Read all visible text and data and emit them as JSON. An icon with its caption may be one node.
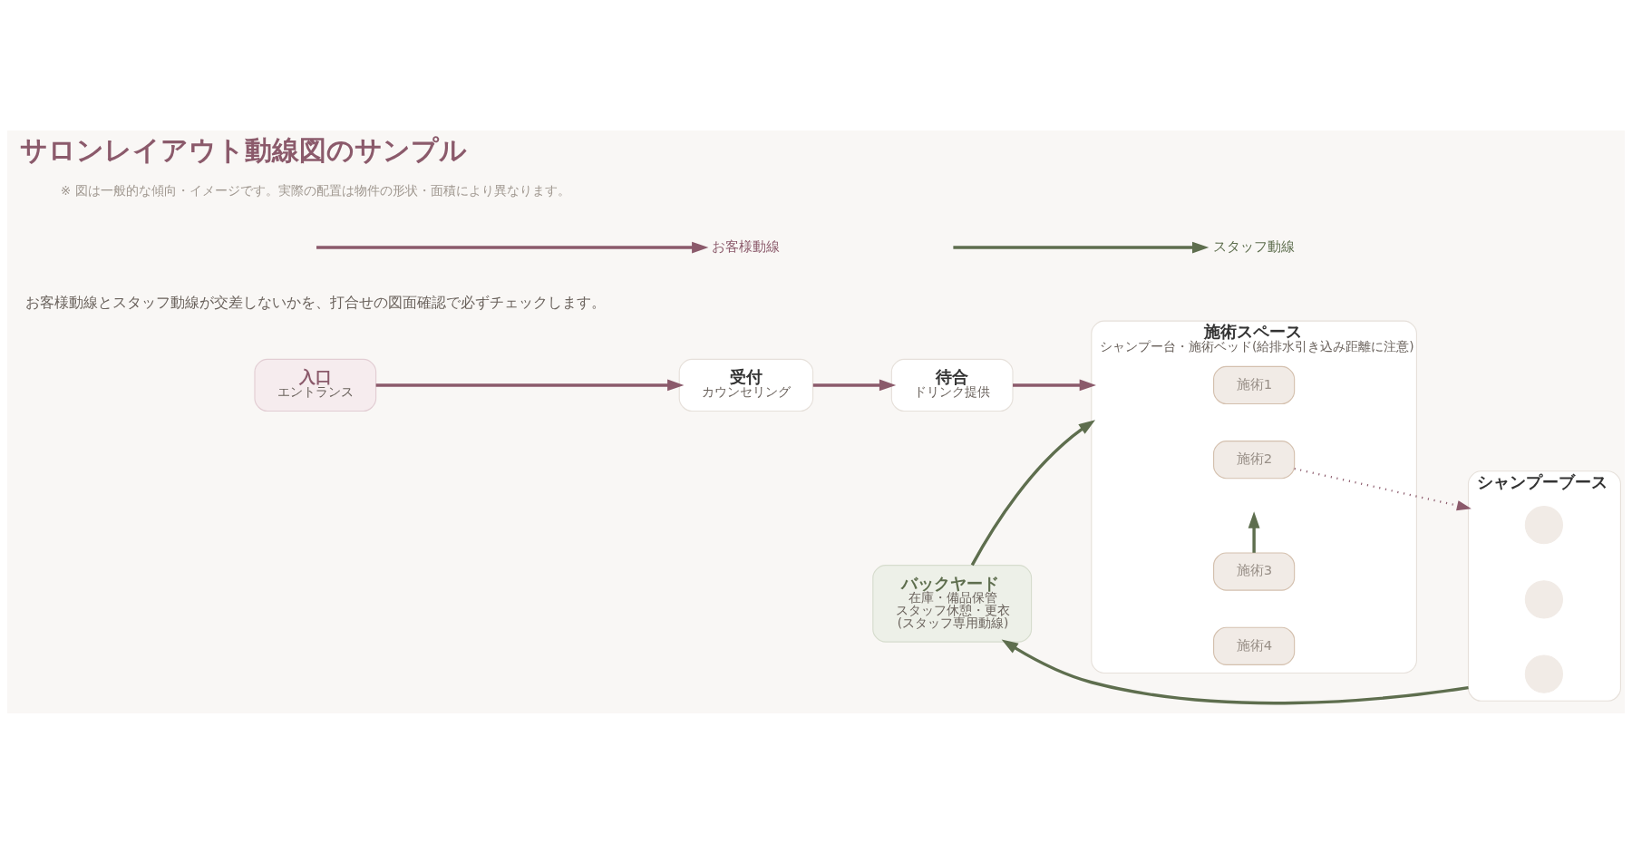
{
  "diagram": {
    "title": "サロンレイアウト動線図のサンプル",
    "caption": "※ 図は一般的な傾向・イメージです。実際の配置は物件の形状・面積により異なります。",
    "nodes": [
      {
        "text": [
          "入口",
          "エントランス"
        ]
      },
      {
        "text": [
          "受付",
          "カウンセリング"
        ]
      },
      {
        "text": [
          "待合",
          "ドリンク提供"
        ]
      },
      {
        "text": [
          "施術スペース",
          "シャンプー台・施術ベッド(給排水引き込み距離に注意)"
        ]
      },
      {
        "text": [
          "施術1"
        ],
        "in": 3
      },
      {
        "text": [
          "施術2"
        ],
        "in": 3
      },
      {
        "text": [
          "施術3"
        ],
        "in": 3
      },
      {
        "text": [
          "施術4"
        ],
        "in": 3
      },
      {
        "text": [
          "シャンプーブース"
        ]
      },
      {
        "text": [],
        "shape": "circle",
        "in": 8
      },
      {
        "text": [],
        "shape": "circle",
        "in": 8
      },
      {
        "text": [],
        "shape": "circle",
        "in": 8
      },
      {
        "text": [
          "バックヤード",
          "在庫・備品保管",
          "スタッフ休憩・更衣",
          "(スタッフ専用動線)"
        ]
      }
    ],
    "edges": [
      {
        "from": 0,
        "to": 1,
        "arrow": "to"
      },
      {
        "from": 1,
        "to": 2,
        "arrow": "to"
      },
      {
        "from": 2,
        "to": 3,
        "arrow": "to"
      },
      {
        "from": 5,
        "to": 8,
        "arrow": "to",
        "style": "dashed"
      },
      {
        "from": 8,
        "to": 12,
        "arrow": "to",
        "color": "#5e6e4e"
      },
      {
        "from": 12,
        "to": 3,
        "arrow": "to",
        "color": "#5e6e4e"
      },
      {
        "from": 6,
        "to": null,
        "arrow": "to",
        "color": "#5e6e4e"
      }
    ],
    "labels": [
      "お客様動線とスタッフ動線が交差しないかを、打合せの図面確認で必ずチェックします。"
    ],
    "legend": [
      {
        "text": "お客様動線"
      },
      {
        "text": "スタッフ動線"
      }
    ]
  }
}
